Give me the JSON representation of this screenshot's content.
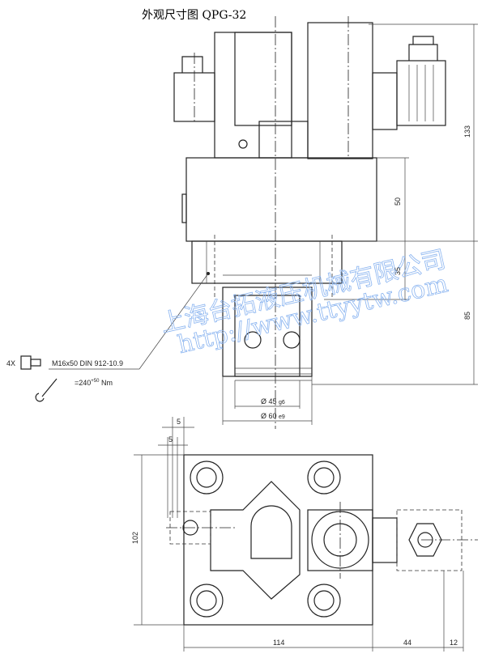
{
  "title": "外观尺寸图 QPG-32",
  "screw": {
    "qty": "4X",
    "spec": "M16x50 DIN 912-10.9",
    "torque": "=240",
    "torque_tol": "+50",
    "torque_unit": "Nm"
  },
  "dimensions": {
    "h133": "133",
    "h50": "50",
    "h35": "35",
    "h85": "85",
    "d45": "Ø 45",
    "d45_fit": "g6",
    "d60": "Ø 60",
    "d60_fit": "e9",
    "w5a": "5",
    "w5b": "5",
    "h102": "102",
    "w114": "114",
    "w44": "44",
    "w12": "12"
  },
  "watermark": {
    "company": "上海台拓液压机械有限公司",
    "url": "http://www.ttyytw.com"
  }
}
